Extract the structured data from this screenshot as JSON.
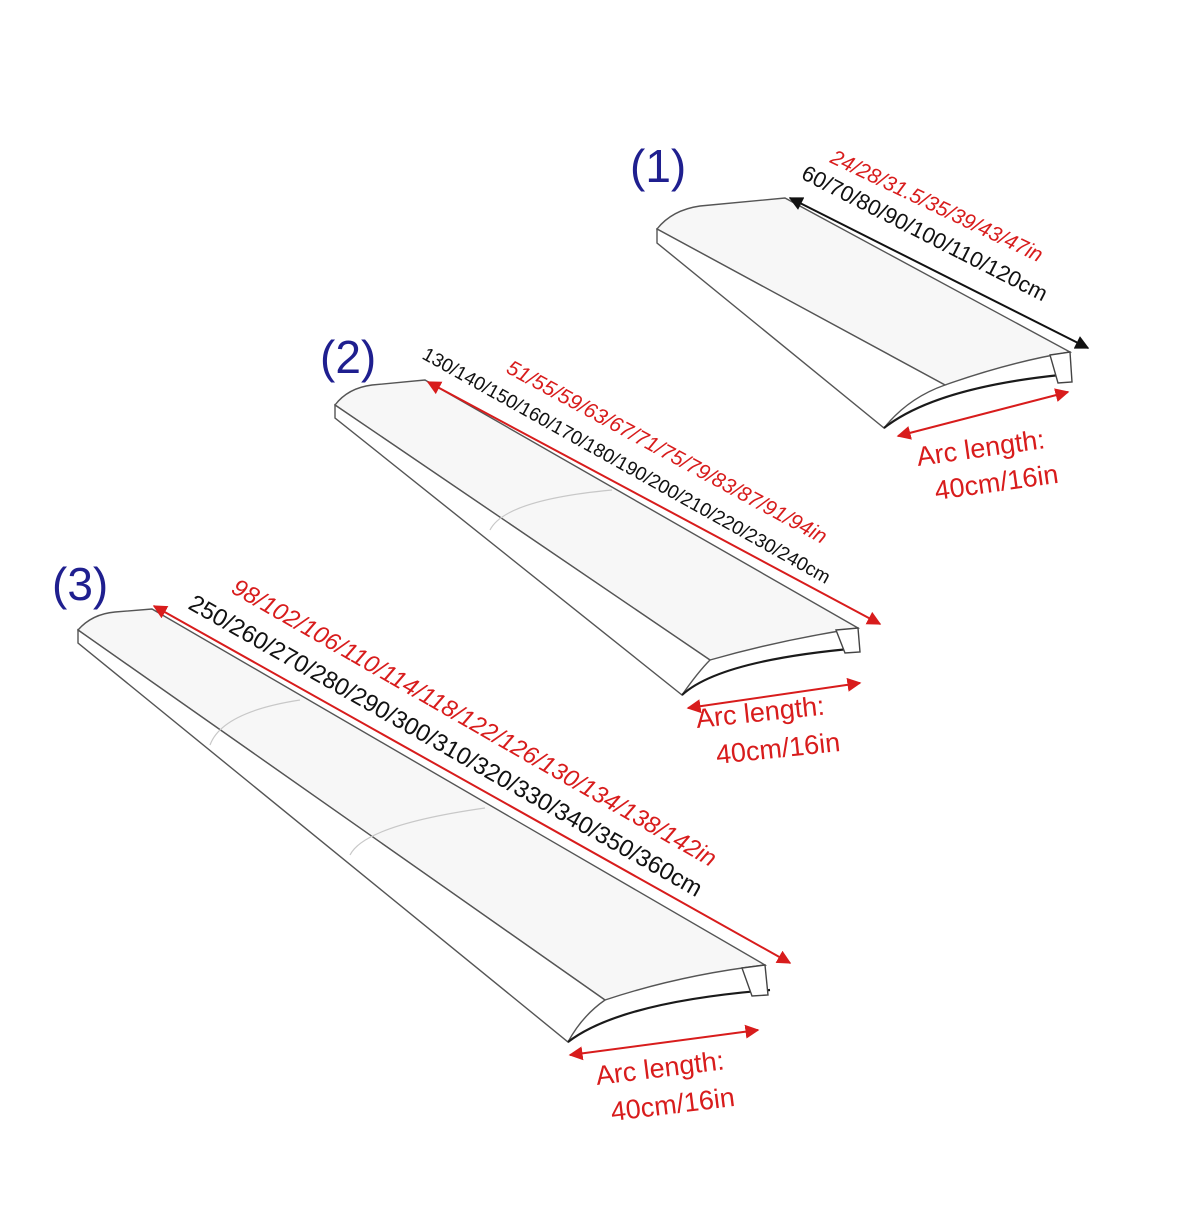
{
  "colors": {
    "label_blue": "#1f1f8f",
    "inch_red": "#d81c1c",
    "cm_black": "#111111",
    "arrow_black": "#111111",
    "arrow_red": "#d81c1c"
  },
  "products": [
    {
      "id": "1",
      "number_label": "(1)",
      "inch_text": "24/28/31.5/35/39/43/47in",
      "cm_text": "60/70/80/90/100/110/120cm",
      "arc_line1": "Arc length:",
      "arc_line2": "40cm/16in",
      "length_arrow_color": "black"
    },
    {
      "id": "2",
      "number_label": "(2)",
      "inch_text": "51/55/59/63/67/71/75/79/83/87/91/94in",
      "cm_text": "130/140/150/160/170/180/190/200/210/220/230/240cm",
      "arc_line1": "Arc length:",
      "arc_line2": "40cm/16in",
      "length_arrow_color": "red"
    },
    {
      "id": "3",
      "number_label": "(3)",
      "inch_text": "98/102/106/110/114/118/122/126/130/134/138/142in",
      "cm_text": "250/260/270/280/290/300/310/320/330/340/350/360cm",
      "arc_line1": "Arc length:",
      "arc_line2": "40cm/16in",
      "length_arrow_color": "red"
    }
  ]
}
